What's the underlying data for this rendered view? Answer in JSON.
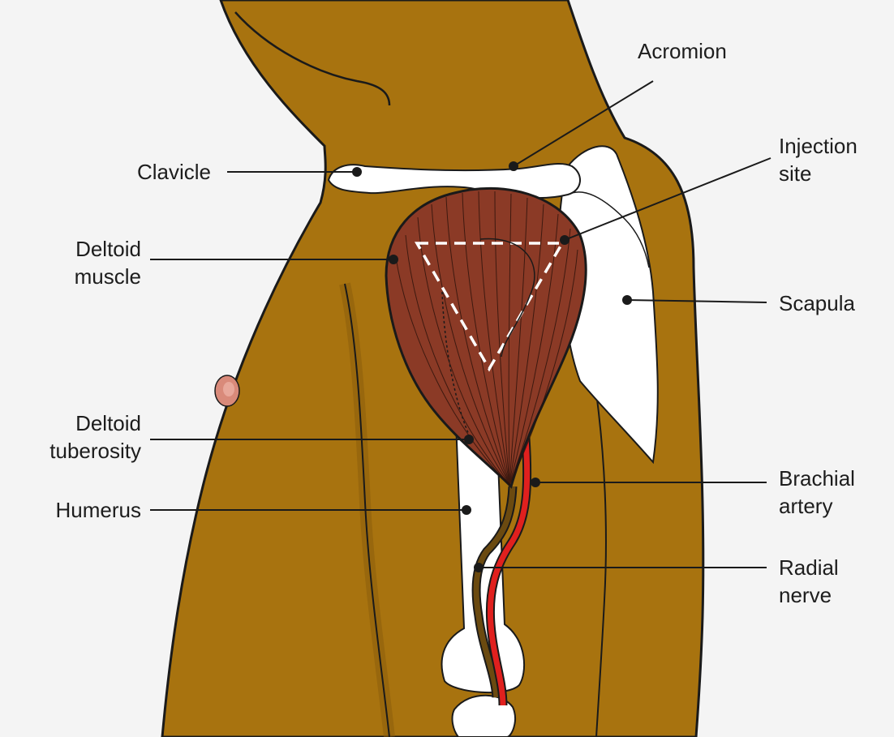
{
  "colors": {
    "background": "#f4f4f4",
    "skin": "#a8730f",
    "skin_shadow": "#8a5c0c",
    "muscle": "#8b3a26",
    "bone": "#ffffff",
    "nerve": "#6b4a10",
    "artery": "#e0201e",
    "outline": "#1a1a1a",
    "injection_marker": "#ffffff"
  },
  "labels": {
    "acromion": "Acromion",
    "clavicle": "Clavicle",
    "injection_site_1": "Injection",
    "injection_site_2": "site",
    "deltoid_muscle_1": "Deltoid",
    "deltoid_muscle_2": "muscle",
    "scapula": "Scapula",
    "deltoid_tuberosity_1": "Deltoid",
    "deltoid_tuberosity_2": "tuberosity",
    "humerus": "Humerus",
    "brachial_artery_1": "Brachial",
    "brachial_artery_2": "artery",
    "radial_nerve_1": "Radial",
    "radial_nerve_2": "nerve"
  }
}
